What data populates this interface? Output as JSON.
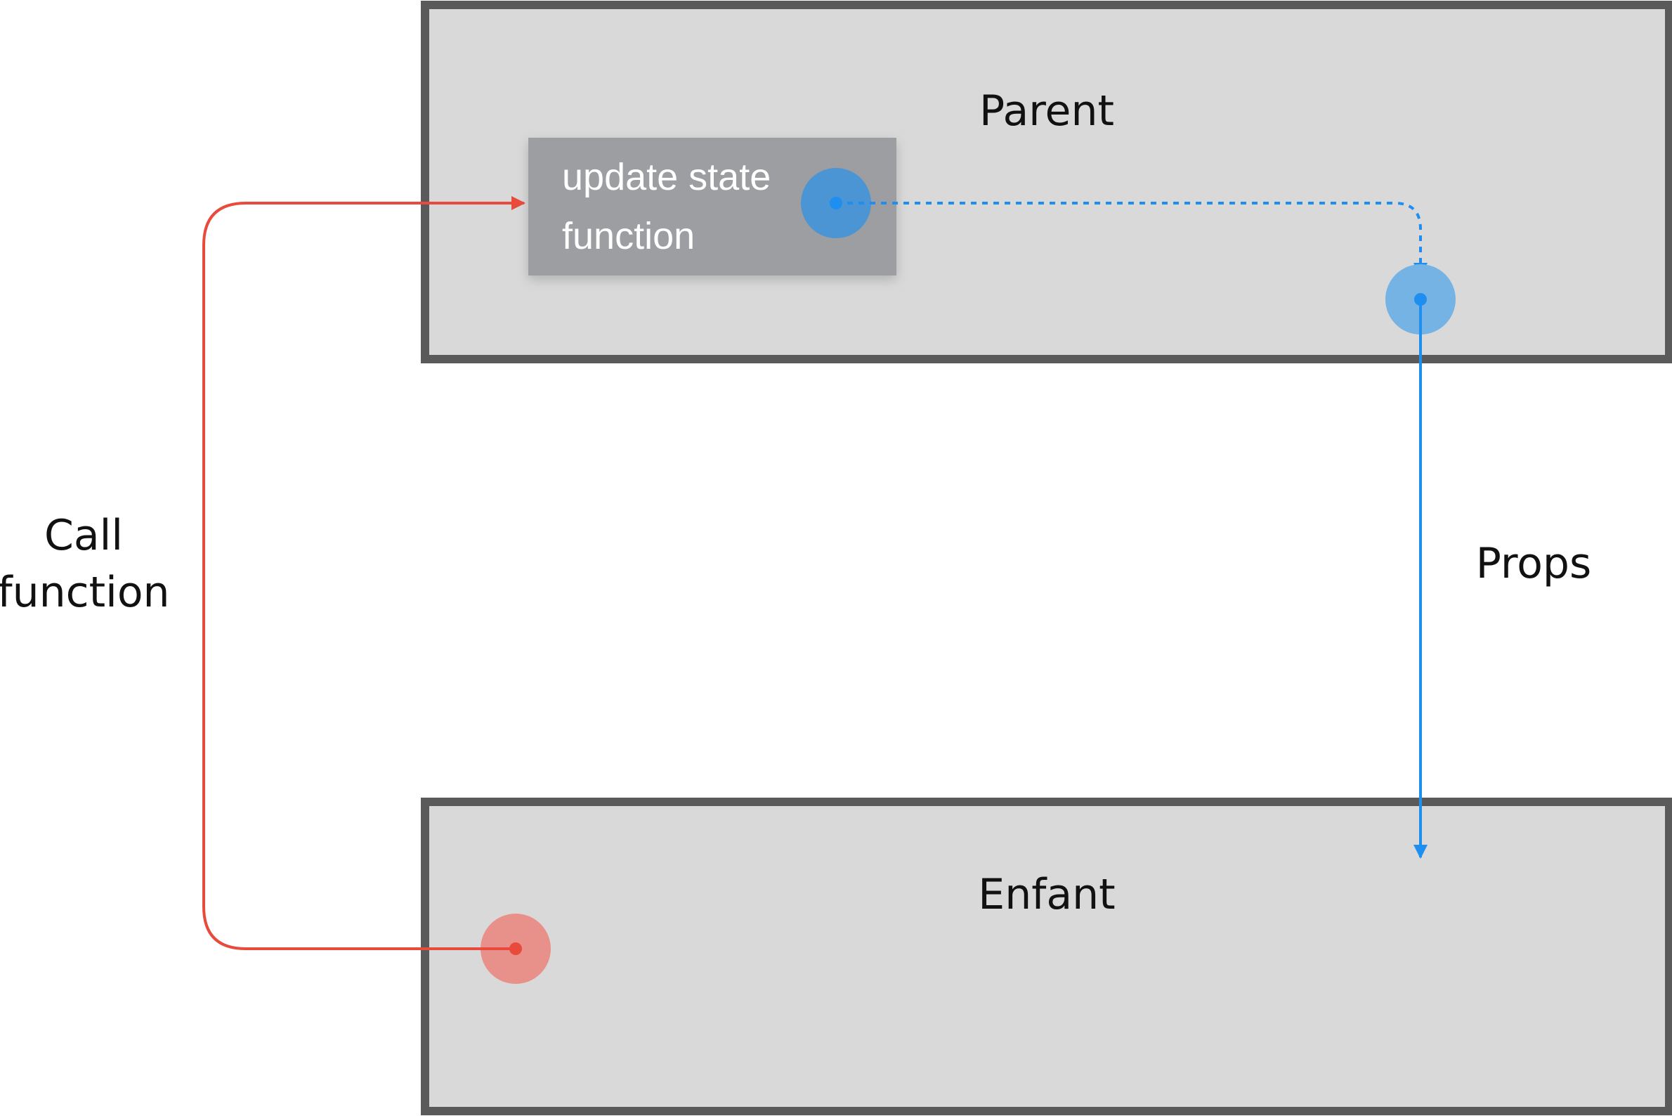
{
  "parent": {
    "label": "Parent"
  },
  "child": {
    "label": "Enfant"
  },
  "function_box": {
    "line1": "update state",
    "line2": "function"
  },
  "flows": {
    "call_function": {
      "line1": "Call",
      "line2": "function"
    },
    "props": {
      "label": "Props"
    }
  },
  "colors": {
    "box_fill": "#d9d9d9",
    "box_border": "#5a5a5a",
    "function_fill": "#9d9ea2",
    "props_blue": "#1e8ff0",
    "call_red": "#e84b3c"
  }
}
